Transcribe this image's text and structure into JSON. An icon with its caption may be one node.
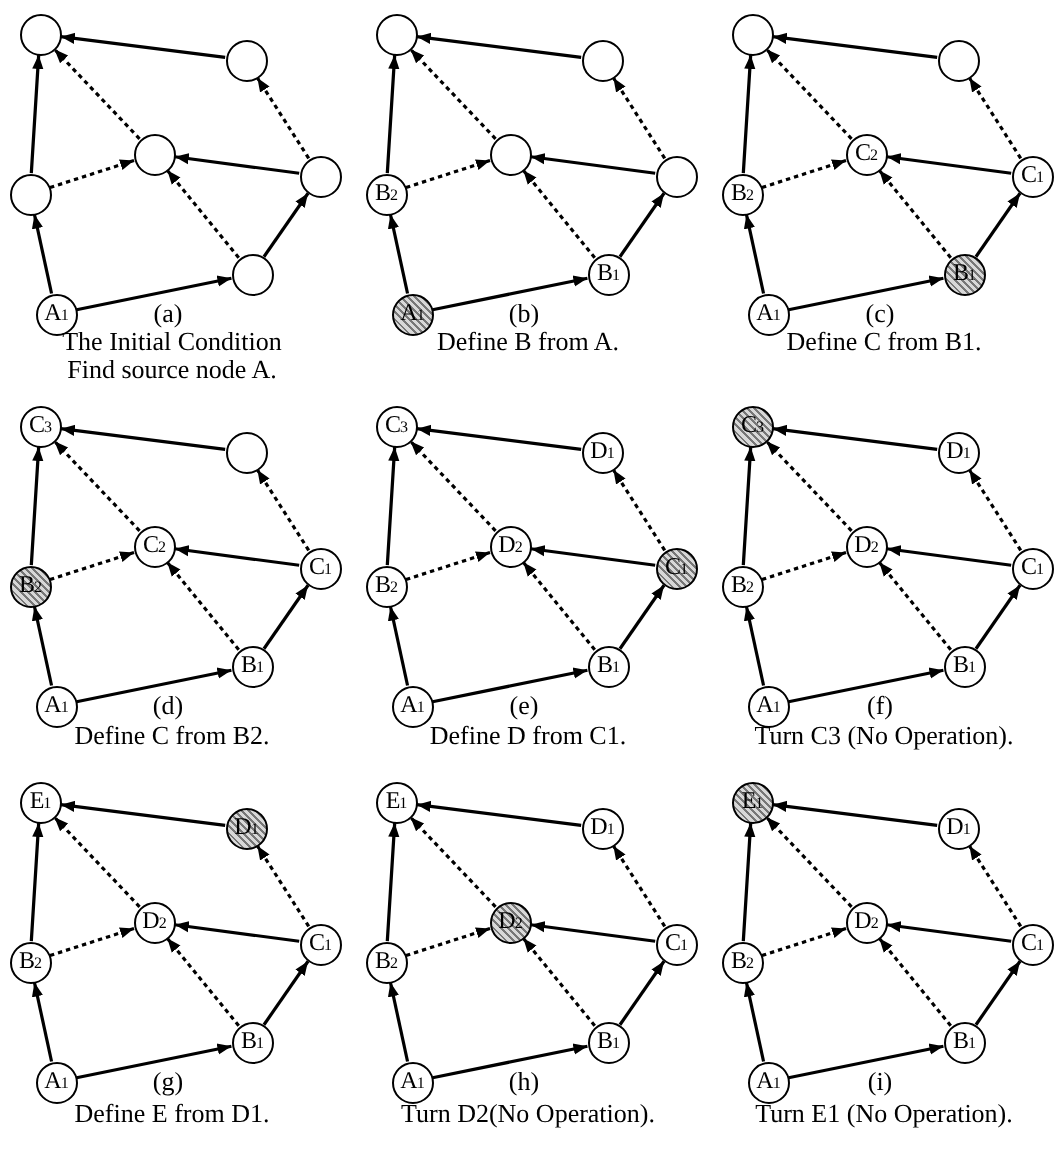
{
  "diagram": {
    "nodes": [
      {
        "text": [],
        "shape": "circle"
      },
      {
        "text": [],
        "shape": "circle"
      },
      {
        "text": [],
        "shape": "circle"
      },
      {
        "text": [],
        "shape": "circle"
      },
      {
        "text": [],
        "shape": "circle"
      },
      {
        "text": [],
        "shape": "circle"
      },
      {
        "text": [
          "A$_{1}$"
        ]
      },
      {
        "text": [],
        "shape": "circle"
      },
      {
        "text": [],
        "shape": "circle"
      },
      {
        "text": [],
        "shape": "circle"
      },
      {
        "text": [],
        "shape": "circle"
      },
      {
        "text": [
          "B$_{2}$"
        ]
      },
      {
        "text": [
          "B$_{1}$"
        ]
      },
      {
        "text": [
          "A$_{1}$"
        ]
      },
      {
        "text": [],
        "shape": "circle"
      },
      {
        "text": [],
        "shape": "circle"
      },
      {
        "text": [
          "C$_{2}$"
        ]
      },
      {
        "text": [
          "C$_{1}$"
        ]
      },
      {
        "text": [
          "B$_{2}$"
        ]
      },
      {
        "text": [
          "B$_{1}$"
        ]
      },
      {
        "text": [
          "A$_{1}$"
        ]
      },
      {
        "text": [
          "C$_{3}$"
        ]
      },
      {
        "text": [],
        "shape": "circle"
      },
      {
        "text": [
          "C$_{2}$"
        ]
      },
      {
        "text": [
          "C$_{1}$"
        ]
      },
      {
        "text": [
          "B$_{2}$"
        ]
      },
      {
        "text": [
          "B$_{1}$"
        ]
      },
      {
        "text": [
          "A$_{1}$"
        ]
      },
      {
        "text": [
          "C$_{3}$"
        ]
      },
      {
        "text": [
          "D$_{1}$"
        ]
      },
      {
        "text": [
          "D$_{2}$"
        ]
      },
      {
        "text": [
          "C$_{1}$"
        ]
      },
      {
        "text": [
          "B$_{2}$"
        ]
      },
      {
        "text": [
          "B$_{1}$"
        ]
      },
      {
        "text": [
          "A$_{1}$"
        ]
      },
      {
        "text": [
          "C$_{3}$"
        ]
      },
      {
        "text": [
          "D$_{1}$"
        ]
      },
      {
        "text": [
          "D$_{2}$"
        ]
      },
      {
        "text": [
          "C$_{1}$"
        ]
      },
      {
        "text": [
          "B$_{2}$"
        ]
      },
      {
        "text": [
          "B$_{1}$"
        ]
      },
      {
        "text": [
          "A$_{1}$"
        ]
      },
      {
        "text": [
          "E$_{1}$"
        ]
      },
      {
        "text": [
          "D$_{1}$"
        ]
      },
      {
        "text": [
          "D$_{2}$"
        ]
      },
      {
        "text": [
          "C$_{1}$"
        ]
      },
      {
        "text": [
          "B$_{2}$"
        ]
      },
      {
        "text": [
          "B$_{1}$"
        ]
      },
      {
        "text": [
          "A$_{1}$"
        ]
      },
      {
        "text": [
          "E$_{1}$"
        ]
      },
      {
        "text": [
          "D$_{1}$"
        ]
      },
      {
        "text": [
          "D$_{2}$"
        ]
      },
      {
        "text": [
          "C$_{1}$"
        ]
      },
      {
        "text": [
          "B$_{2}$"
        ]
      },
      {
        "text": [
          "B$_{1}$"
        ]
      },
      {
        "text": [
          "A$_{1}$"
        ]
      },
      {
        "text": [
          "E$_{1}$"
        ]
      },
      {
        "text": [
          "D$_{1}$"
        ]
      },
      {
        "text": [
          "D$_{2}$"
        ]
      },
      {
        "text": [
          "C$_{1}$"
        ]
      },
      {
        "text": [
          "B$_{2}$"
        ]
      },
      {
        "text": [
          "B$_{1}$"
        ]
      },
      {
        "text": [
          "A$_{1}$"
        ]
      }
    ],
    "edges": [
      {
        "from": 6,
        "to": 4,
        "arrow": "to"
      },
      {
        "from": 4,
        "to": 0,
        "arrow": "to"
      },
      {
        "from": 6,
        "to": 5,
        "arrow": "to"
      },
      {
        "from": 5,
        "to": 3,
        "arrow": "to"
      },
      {
        "from": 3,
        "to": 2,
        "arrow": "to"
      },
      {
        "from": 1,
        "to": 0,
        "arrow": "to"
      },
      {
        "from": 4,
        "to": 2,
        "arrow": "to",
        "style": "dashed"
      },
      {
        "from": 5,
        "to": 2,
        "arrow": "to",
        "style": "dashed"
      },
      {
        "from": 2,
        "to": 0,
        "arrow": "to",
        "style": "dashed"
      },
      {
        "from": 3,
        "to": 1,
        "arrow": "to",
        "style": "dashed"
      },
      {
        "from": 13,
        "to": 11,
        "arrow": "to"
      },
      {
        "from": 11,
        "to": 7,
        "arrow": "to"
      },
      {
        "from": 13,
        "to": 12,
        "arrow": "to"
      },
      {
        "from": 12,
        "to": 10,
        "arrow": "to"
      },
      {
        "from": 10,
        "to": 9,
        "arrow": "to"
      },
      {
        "from": 8,
        "to": 7,
        "arrow": "to"
      },
      {
        "from": 11,
        "to": 9,
        "arrow": "to",
        "style": "dashed"
      },
      {
        "from": 12,
        "to": 9,
        "arrow": "to",
        "style": "dashed"
      },
      {
        "from": 9,
        "to": 7,
        "arrow": "to",
        "style": "dashed"
      },
      {
        "from": 10,
        "to": 8,
        "arrow": "to",
        "style": "dashed"
      },
      {
        "from": 20,
        "to": 18,
        "arrow": "to"
      },
      {
        "from": 18,
        "to": 14,
        "arrow": "to"
      },
      {
        "from": 20,
        "to": 19,
        "arrow": "to"
      },
      {
        "from": 19,
        "to": 17,
        "arrow": "to"
      },
      {
        "from": 17,
        "to": 16,
        "arrow": "to"
      },
      {
        "from": 15,
        "to": 14,
        "arrow": "to"
      },
      {
        "from": 18,
        "to": 16,
        "arrow": "to",
        "style": "dashed"
      },
      {
        "from": 19,
        "to": 16,
        "arrow": "to",
        "style": "dashed"
      },
      {
        "from": 16,
        "to": 14,
        "arrow": "to",
        "style": "dashed"
      },
      {
        "from": 17,
        "to": 15,
        "arrow": "to",
        "style": "dashed"
      },
      {
        "from": 27,
        "to": 25,
        "arrow": "to"
      },
      {
        "from": 25,
        "to": 21,
        "arrow": "to"
      },
      {
        "from": 27,
        "to": 26,
        "arrow": "to"
      },
      {
        "from": 26,
        "to": 24,
        "arrow": "to"
      },
      {
        "from": 24,
        "to": 23,
        "arrow": "to"
      },
      {
        "from": 22,
        "to": 21,
        "arrow": "to"
      },
      {
        "from": 25,
        "to": 23,
        "arrow": "to",
        "style": "dashed"
      },
      {
        "from": 26,
        "to": 23,
        "arrow": "to",
        "style": "dashed"
      },
      {
        "from": 23,
        "to": 21,
        "arrow": "to",
        "style": "dashed"
      },
      {
        "from": 24,
        "to": 22,
        "arrow": "to",
        "style": "dashed"
      },
      {
        "from": 34,
        "to": 32,
        "arrow": "to"
      },
      {
        "from": 32,
        "to": 28,
        "arrow": "to"
      },
      {
        "from": 34,
        "to": 33,
        "arrow": "to"
      },
      {
        "from": 33,
        "to": 31,
        "arrow": "to"
      },
      {
        "from": 31,
        "to": 30,
        "arrow": "to"
      },
      {
        "from": 29,
        "to": 28,
        "arrow": "to"
      },
      {
        "from": 32,
        "to": 30,
        "arrow": "to",
        "style": "dashed"
      },
      {
        "from": 33,
        "to": 30,
        "arrow": "to",
        "style": "dashed"
      },
      {
        "from": 30,
        "to": 28,
        "arrow": "to",
        "style": "dashed"
      },
      {
        "from": 31,
        "to": 29,
        "arrow": "to",
        "style": "dashed"
      },
      {
        "from": 41,
        "to": 39,
        "arrow": "to"
      },
      {
        "from": 39,
        "to": 35,
        "arrow": "to"
      },
      {
        "from": 41,
        "to": 40,
        "arrow": "to"
      },
      {
        "from": 40,
        "to": 38,
        "arrow": "to"
      },
      {
        "from": 38,
        "to": 37,
        "arrow": "to"
      },
      {
        "from": 36,
        "to": 35,
        "arrow": "to"
      },
      {
        "from": 39,
        "to": 37,
        "arrow": "to",
        "style": "dashed"
      },
      {
        "from": 40,
        "to": 37,
        "arrow": "to",
        "style": "dashed"
      },
      {
        "from": 37,
        "to": 35,
        "arrow": "to",
        "style": "dashed"
      },
      {
        "from": 38,
        "to": 36,
        "arrow": "to",
        "style": "dashed"
      },
      {
        "from": 48,
        "to": 46,
        "arrow": "to"
      },
      {
        "from": 46,
        "to": 42,
        "arrow": "to"
      },
      {
        "from": 48,
        "to": 47,
        "arrow": "to"
      },
      {
        "from": 47,
        "to": 45,
        "arrow": "to"
      },
      {
        "from": 45,
        "to": 44,
        "arrow": "to"
      },
      {
        "from": 43,
        "to": 42,
        "arrow": "to"
      },
      {
        "from": 46,
        "to": 44,
        "arrow": "to",
        "style": "dashed"
      },
      {
        "from": 47,
        "to": 44,
        "arrow": "to",
        "style": "dashed"
      },
      {
        "from": 44,
        "to": 42,
        "arrow": "to",
        "style": "dashed"
      },
      {
        "from": 45,
        "to": 43,
        "arrow": "to",
        "style": "dashed"
      },
      {
        "from": 55,
        "to": 53,
        "arrow": "to"
      },
      {
        "from": 53,
        "to": 49,
        "arrow": "to"
      },
      {
        "from": 55,
        "to": 54,
        "arrow": "to"
      },
      {
        "from": 54,
        "to": 52,
        "arrow": "to"
      },
      {
        "from": 52,
        "to": 51,
        "arrow": "to"
      },
      {
        "from": 50,
        "to": 49,
        "arrow": "to"
      },
      {
        "from": 53,
        "to": 51,
        "arrow": "to",
        "style": "dashed"
      },
      {
        "from": 54,
        "to": 51,
        "arrow": "to",
        "style": "dashed"
      },
      {
        "from": 51,
        "to": 49,
        "arrow": "to",
        "style": "dashed"
      },
      {
        "from": 52,
        "to": 50,
        "arrow": "to",
        "style": "dashed"
      },
      {
        "from": 62,
        "to": 60,
        "arrow": "to"
      },
      {
        "from": 60,
        "to": 56,
        "arrow": "to"
      },
      {
        "from": 62,
        "to": 61,
        "arrow": "to"
      },
      {
        "from": 61,
        "to": 59,
        "arrow": "to"
      },
      {
        "from": 59,
        "to": 58,
        "arrow": "to"
      },
      {
        "from": 57,
        "to": 56,
        "arrow": "to"
      },
      {
        "from": 60,
        "to": 58,
        "arrow": "to",
        "style": "dashed"
      },
      {
        "from": 61,
        "to": 58,
        "arrow": "to",
        "style": "dashed"
      },
      {
        "from": 58,
        "to": 56,
        "arrow": "to",
        "style": "dashed"
      },
      {
        "from": 59,
        "to": 57,
        "arrow": "to",
        "style": "dashed"
      }
    ],
    "labels": [
      "(a)",
      "The Initial Condition",
      "Find source node A.",
      "(b)",
      "Define B from A.",
      "(c)",
      "Define C from B1.",
      "(d)",
      "Define C from B2.",
      "(e)",
      "Define D from C1.",
      "(f)",
      "Turn C3 (No Operation).",
      "(g)",
      "Define E from D1.",
      "(h)",
      "Turn D2(No Operation).",
      "(i)",
      "Turn E1 (No Operation)."
    ]
  }
}
